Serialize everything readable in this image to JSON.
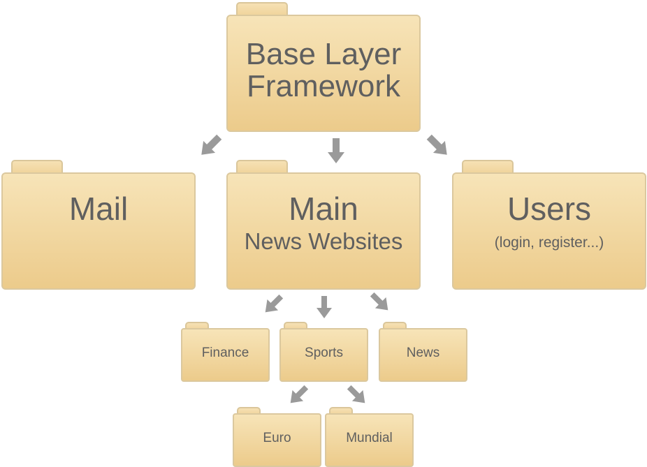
{
  "nodes": {
    "base": {
      "line1": "Base Layer",
      "line2": "Framework"
    },
    "mail": {
      "title": "Mail"
    },
    "main": {
      "title": "Main",
      "subtitle": "News Websites"
    },
    "users": {
      "title": "Users",
      "subtitle": "(login, register...)"
    },
    "finance": {
      "title": "Finance"
    },
    "sports": {
      "title": "Sports"
    },
    "news": {
      "title": "News"
    },
    "euro": {
      "title": "Euro"
    },
    "mundial": {
      "title": "Mundial"
    }
  },
  "colors": {
    "folder_fill": "#f3d9a3",
    "folder_border": "#dac69a",
    "text": "#5f5f5f",
    "arrow": "#9a9a9a"
  }
}
